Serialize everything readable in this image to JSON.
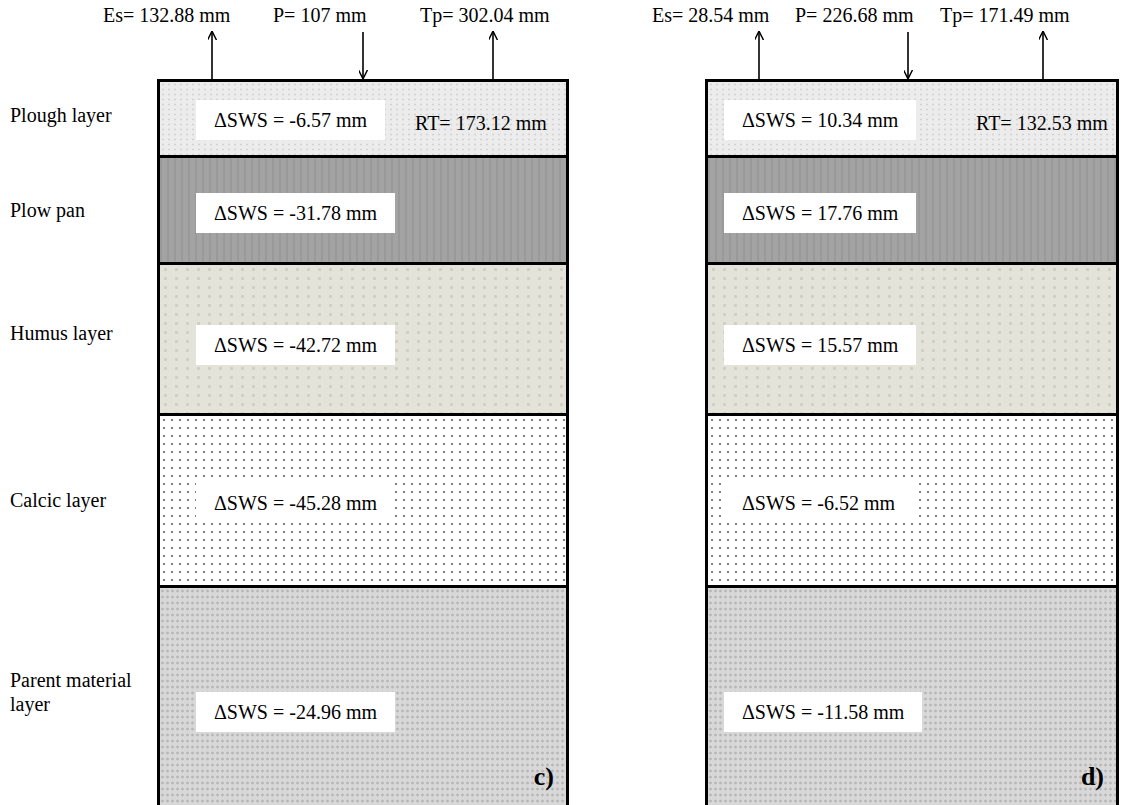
{
  "diagram": {
    "nodes": [
      {
        "text": [
          "c)"
        ]
      },
      {
        "text": [
          "ΔSWS = -6.57 mm",
          "RT= 173.12 mm"
        ],
        "in": 0
      },
      {
        "text": [
          "ΔSWS = -31.78 mm"
        ],
        "in": 0
      },
      {
        "text": [
          "ΔSWS = -42.72 mm"
        ],
        "in": 0
      },
      {
        "text": [
          "ΔSWS = -45.28 mm"
        ],
        "in": 0
      },
      {
        "text": [
          "ΔSWS = -24.96 mm"
        ],
        "in": 0
      },
      {
        "text": [
          "d)"
        ]
      },
      {
        "text": [
          "ΔSWS = 10.34 mm",
          "RT= 132.53 mm"
        ],
        "in": 6
      },
      {
        "text": [
          "ΔSWS = 17.76 mm"
        ],
        "in": 6
      },
      {
        "text": [
          "ΔSWS = 15.57 mm"
        ],
        "in": 6
      },
      {
        "text": [
          "ΔSWS = -6.52 mm"
        ],
        "in": 6
      },
      {
        "text": [
          "ΔSWS = -11.58 mm"
        ],
        "in": 6
      }
    ],
    "labels": [
      "Es= 132.88 mm",
      "P= 107 mm",
      "Tp= 302.04 mm",
      "Es= 28.54 mm",
      "P= 226.68 mm",
      "Tp= 171.49 mm",
      "Plough layer",
      "Plow pan",
      "Humus layer",
      "Calcic layer",
      "Parent material layer"
    ]
  }
}
